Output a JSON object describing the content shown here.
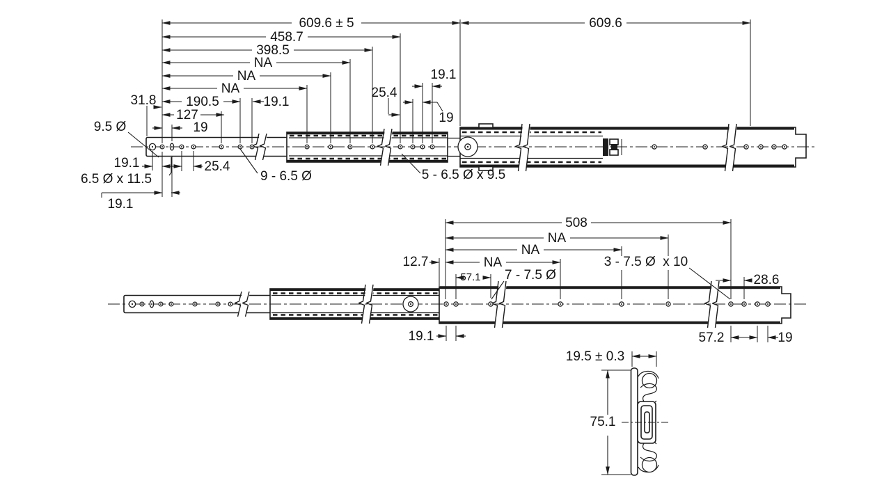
{
  "colors": {
    "background": "#ffffff",
    "ink": "#1c1c1c"
  },
  "extended_view": {
    "overall_length": "609.6 ± 5",
    "outer_member_length": "609.6",
    "dim_458_7": "458.7",
    "dim_398_5": "398.5",
    "dim_na_1": "NA",
    "dim_na_2": "NA",
    "dim_na_3": "NA",
    "dim_190_5": "190.5",
    "dim_19_1_after_190_5": "19.1",
    "dim_31_8": "31.8",
    "dim_127": "127",
    "dim_19_front": "19",
    "front_hole_callout": "9.5 Ø",
    "dim_19_1_front_pitch": "19.1",
    "slot_callout": "6.5 Ø x 11.5",
    "dim_19_1_slot_pitch": "19.1",
    "dim_25_4_front": "25.4",
    "inner_member_holes_callout": "9 - 6.5 Ø",
    "dim_25_4_mid": "25.4",
    "dim_19_1_mid": "19.1",
    "dim_19_mid": "19",
    "intermediate_holes_callout": "5 - 6.5 Ø x 9.5"
  },
  "closed_view": {
    "outer_member_length": "508",
    "dim_na_1": "NA",
    "dim_na_2": "NA",
    "dim_na_3": "NA",
    "dim_12_7": "12.7",
    "dim_57_1": "57.1",
    "outer_holes_callout": "7 - 7.5 Ø",
    "rear_holes_callout": "3 - 7.5 Ø  x 10",
    "dim_28_6": "28.6",
    "dim_19_1": "19.1",
    "dim_57_2": "57.2",
    "dim_19": "19"
  },
  "section_view": {
    "width": "19.5 ± 0.3",
    "height": "75.1"
  }
}
